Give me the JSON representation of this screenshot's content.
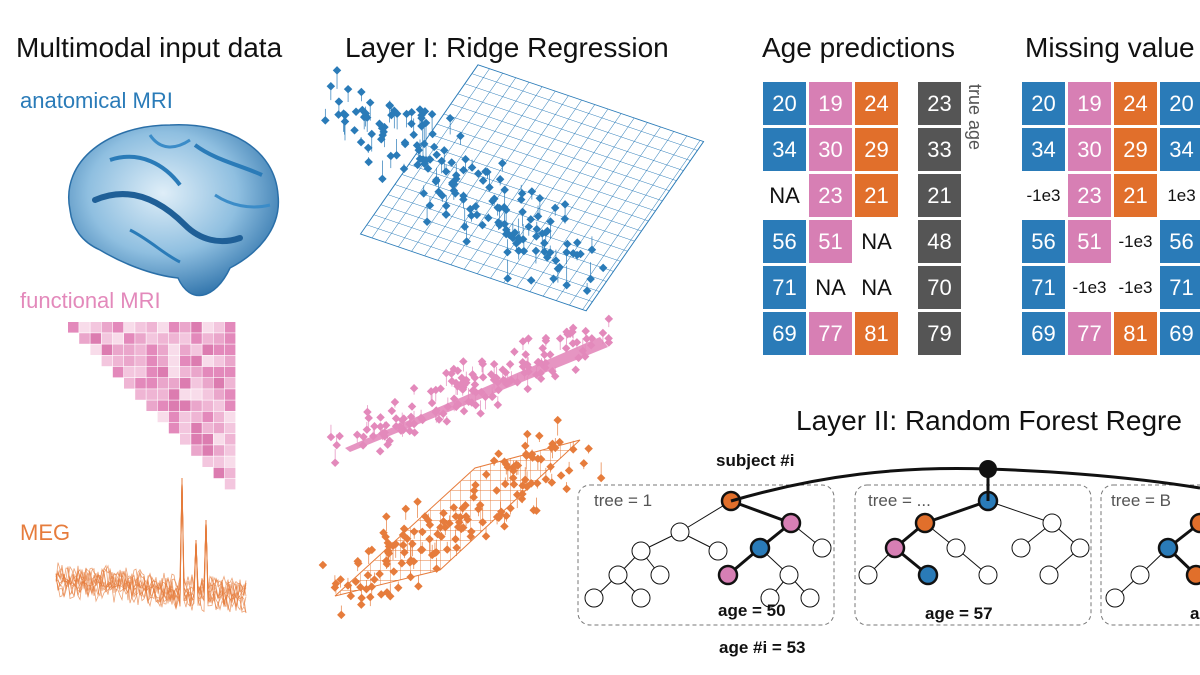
{
  "headings": {
    "input": "Multimodal input data",
    "layer1": "Layer I: Ridge Regression",
    "age_predictions": "Age predictions",
    "missing_values": "Missing value",
    "layer2": "Layer II: Random Forest Regre"
  },
  "modalities": [
    {
      "label": "anatomical MRI",
      "color": "#2a7bb8"
    },
    {
      "label": "functional MRI",
      "color": "#e389bb"
    },
    {
      "label": "MEG",
      "color": "#e67c3c"
    }
  ],
  "colors": {
    "blue": "#2a7bb8",
    "pink": "#d77fb4",
    "orange": "#e16f2b",
    "gray": "#555555",
    "black": "#111111"
  },
  "age_predictions": {
    "rows": [
      [
        "20",
        "19",
        "24"
      ],
      [
        "34",
        "30",
        "29"
      ],
      [
        "NA",
        "23",
        "21"
      ],
      [
        "56",
        "51",
        "NA"
      ],
      [
        "71",
        "NA",
        "NA"
      ],
      [
        "69",
        "77",
        "81"
      ]
    ],
    "true_age": [
      "23",
      "33",
      "21",
      "48",
      "70",
      "79"
    ],
    "true_age_label": "true age"
  },
  "missing_values": {
    "rows": [
      [
        "20",
        "19",
        "24",
        "20"
      ],
      [
        "34",
        "30",
        "29",
        "34"
      ],
      [
        "-1e3",
        "23",
        "21",
        "1e3"
      ],
      [
        "56",
        "51",
        "-1e3",
        "56"
      ],
      [
        "71",
        "-1e3",
        "-1e3",
        "71"
      ],
      [
        "69",
        "77",
        "81",
        "69"
      ]
    ]
  },
  "forest": {
    "subject_label": "subject #i",
    "trees": [
      {
        "label": "tree = 1",
        "age": "age = 50"
      },
      {
        "label": "tree = ...",
        "age": "age = 57"
      },
      {
        "label": "tree = B",
        "age": "a"
      }
    ],
    "final_age": "age #i = 53"
  }
}
